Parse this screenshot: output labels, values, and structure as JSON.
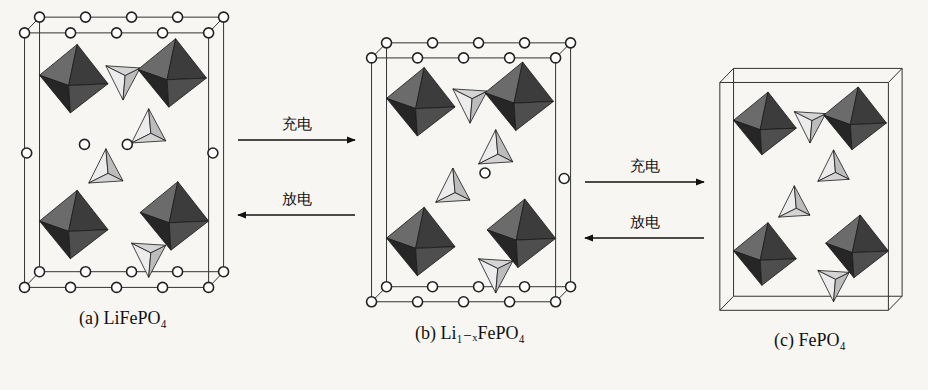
{
  "diagram": {
    "nodes": [
      {
        "text": [
          "(a) LiFePO₄"
        ]
      },
      {
        "text": [
          "(b) Li₁₋ₓFePO₄"
        ]
      },
      {
        "text": [
          "(c) FePO₄"
        ]
      }
    ],
    "edges": [
      {
        "from": 0,
        "to": 1,
        "label": "充电",
        "arrow": "to"
      },
      {
        "from": 1,
        "to": 0,
        "label": "放电",
        "arrow": "to"
      },
      {
        "from": 1,
        "to": 2,
        "label": "充电",
        "arrow": "to"
      },
      {
        "from": 2,
        "to": 1,
        "label": "放电",
        "arrow": "to"
      }
    ]
  }
}
